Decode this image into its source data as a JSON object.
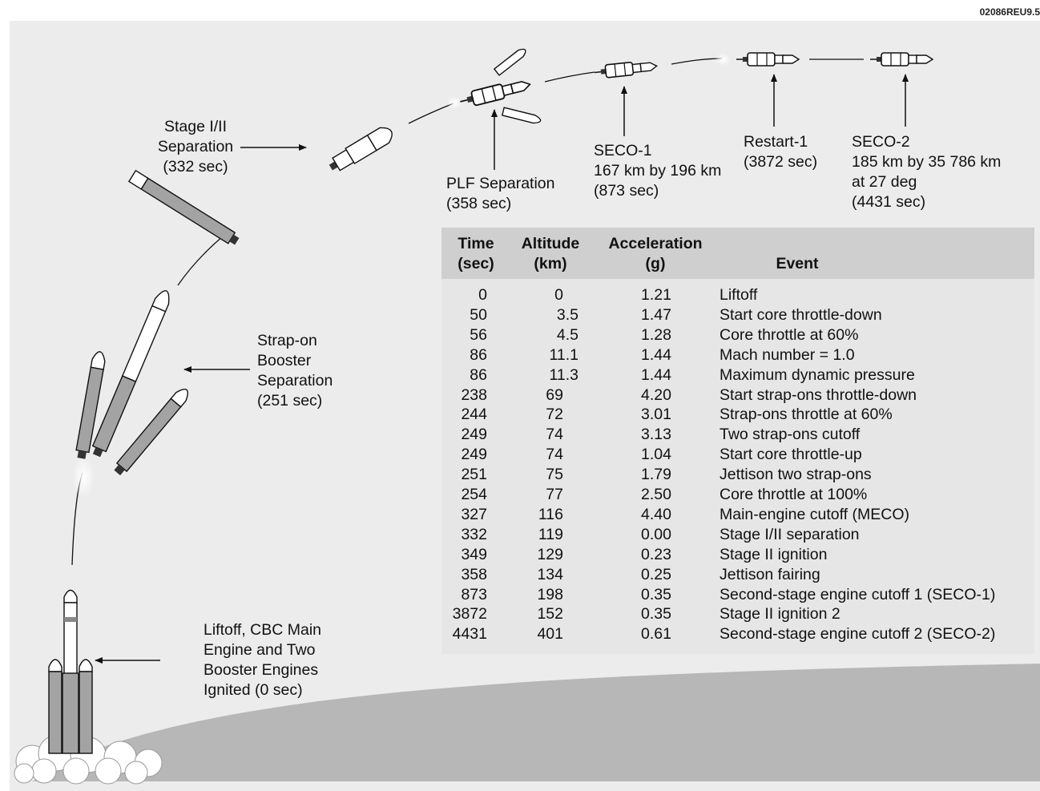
{
  "doc_id": "02086REU9.5",
  "colors": {
    "background": "#ececec",
    "earth": "#b7b7b7",
    "booster": "#a3a3a3",
    "table": "#e6e6e6",
    "table_header": "#cfcfcf"
  },
  "events": {
    "liftoff": [
      "Liftoff, CBC Main",
      "Engine and Two",
      "Booster Engines",
      "Ignited (0 sec)"
    ],
    "strap_on_sep": [
      "Strap-on",
      "Booster",
      "Separation",
      "(251 sec)"
    ],
    "stage_sep": [
      "Stage I/II",
      "Separation",
      "(332 sec)"
    ],
    "plf_sep": [
      "PLF Separation",
      "(358 sec)"
    ],
    "seco1": [
      "SECO-1",
      "167 km by 196 km",
      "(873 sec)"
    ],
    "restart1": [
      "Restart-1",
      "(3872 sec)"
    ],
    "seco2": [
      "SECO-2",
      "185 km by 35 786 km",
      "at 27 deg",
      "(4431 sec)"
    ]
  },
  "table": {
    "headers": {
      "time": [
        "Time",
        "(sec)"
      ],
      "altitude": [
        "Altitude",
        "(km)"
      ],
      "acceleration": [
        "Acceleration",
        "(g)"
      ],
      "event": "Event"
    },
    "rows": [
      {
        "time": "0",
        "altitude": "0",
        "acceleration": "1.21",
        "event": "Liftoff"
      },
      {
        "time": "50",
        "altitude": "3.5",
        "acceleration": "1.47",
        "event": "Start core throttle-down"
      },
      {
        "time": "56",
        "altitude": "4.5",
        "acceleration": "1.28",
        "event": "Core throttle at 60%"
      },
      {
        "time": "86",
        "altitude": "11.1",
        "acceleration": "1.44",
        "event": "Mach number = 1.0"
      },
      {
        "time": "86",
        "altitude": "11.3",
        "acceleration": "1.44",
        "event": "Maximum dynamic pressure"
      },
      {
        "time": "238",
        "altitude": "69",
        "acceleration": "4.20",
        "event": "Start strap-ons throttle-down"
      },
      {
        "time": "244",
        "altitude": "72",
        "acceleration": "3.01",
        "event": "Strap-ons throttle at 60%"
      },
      {
        "time": "249",
        "altitude": "74",
        "acceleration": "3.13",
        "event": "Two strap-ons cutoff"
      },
      {
        "time": "249",
        "altitude": "74",
        "acceleration": "1.04",
        "event": "Start core throttle-up"
      },
      {
        "time": "251",
        "altitude": "75",
        "acceleration": "1.79",
        "event": "Jettison two strap-ons"
      },
      {
        "time": "254",
        "altitude": "77",
        "acceleration": "2.50",
        "event": "Core throttle at 100%"
      },
      {
        "time": "327",
        "altitude": "116",
        "acceleration": "4.40",
        "event": "Main-engine cutoff (MECO)"
      },
      {
        "time": "332",
        "altitude": "119",
        "acceleration": "0.00",
        "event": "Stage I/II separation"
      },
      {
        "time": "349",
        "altitude": "129",
        "acceleration": "0.23",
        "event": "Stage II ignition"
      },
      {
        "time": "358",
        "altitude": "134",
        "acceleration": "0.25",
        "event": "Jettison fairing"
      },
      {
        "time": "873",
        "altitude": "198",
        "acceleration": "0.35",
        "event": "Second-stage engine cutoff 1 (SECO-1)"
      },
      {
        "time": "3872",
        "altitude": "152",
        "acceleration": "0.35",
        "event": "Stage II ignition 2"
      },
      {
        "time": "4431",
        "altitude": "401",
        "acceleration": "0.61",
        "event": "Second-stage engine cutoff 2 (SECO-2)"
      }
    ]
  }
}
